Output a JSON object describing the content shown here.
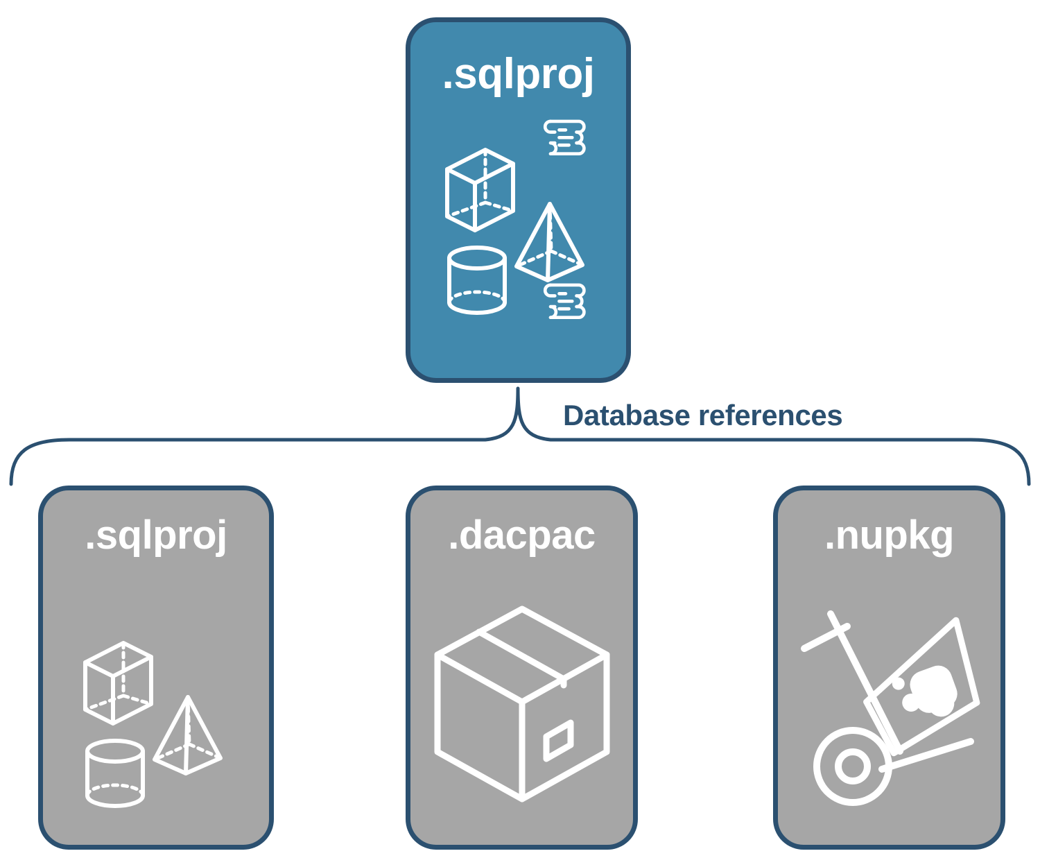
{
  "diagram": {
    "title": "Database references",
    "colors": {
      "primary_fill": "#4189AD",
      "secondary_fill": "#A6A6A6",
      "outline": "#2B5070",
      "icon": "#FFFFFF",
      "background": "#FFFFFF"
    }
  },
  "root": {
    "label": ".sqlproj",
    "icons": [
      "cube-wireframe-icon",
      "pyramid-wireframe-icon",
      "cylinder-wireframe-icon",
      "scroll-icon",
      "scroll-icon"
    ]
  },
  "connector": {
    "label": "Database references",
    "type": "bracket"
  },
  "references": [
    {
      "label": ".sqlproj",
      "icons": [
        "cube-wireframe-icon",
        "pyramid-wireframe-icon",
        "cylinder-wireframe-icon"
      ]
    },
    {
      "label": ".dacpac",
      "icons": [
        "shipping-box-icon"
      ]
    },
    {
      "label": ".nupkg",
      "icons": [
        "hand-truck-package-icon"
      ]
    }
  ]
}
